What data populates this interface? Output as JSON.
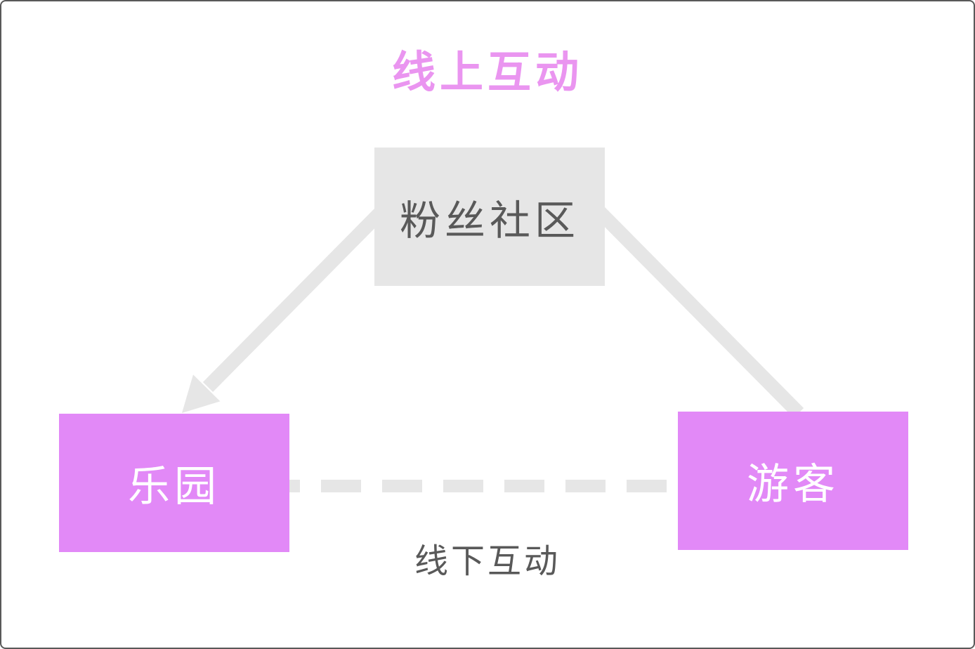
{
  "diagram": {
    "title": "线上互动",
    "bottom_label": "线下互动",
    "nodes": {
      "top": {
        "label": "粉丝社区"
      },
      "left": {
        "label": "乐园"
      },
      "right": {
        "label": "游客"
      }
    },
    "edges": [
      {
        "from": "粉丝社区",
        "to": "乐园",
        "style": "solid",
        "arrowhead": true
      },
      {
        "from": "粉丝社区",
        "to": "游客",
        "style": "solid",
        "arrowhead": false
      },
      {
        "from": "乐园",
        "to": "游客",
        "style": "dashed",
        "arrowhead": false,
        "label": "线下互动"
      }
    ],
    "colors": {
      "title": "#EA95F0",
      "node_purple": "#E289F7",
      "node_gray": "#E6E6E6",
      "connector": "#E6E6E6",
      "text_dark": "#595959",
      "text_light": "#FFFFFF",
      "border": "#595959"
    }
  }
}
